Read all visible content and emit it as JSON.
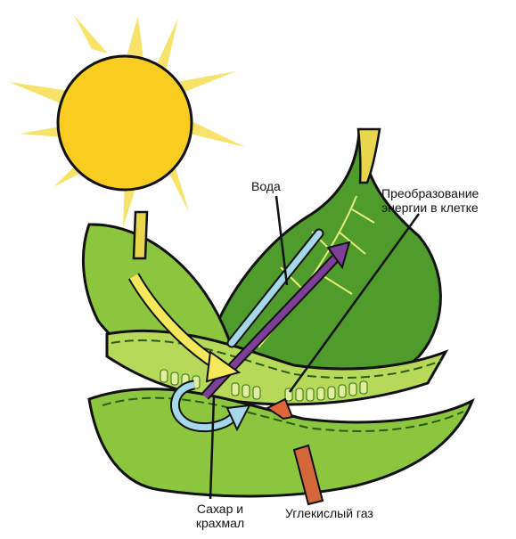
{
  "labels": {
    "water": "Вода",
    "energy_line1": "Преобразование",
    "energy_line2": "энергии в клетке",
    "sugar_line1": "Сахар и",
    "sugar_line2": "крахмал",
    "co2": "Углекислый газ"
  },
  "colors": {
    "sun": "#f9cd1f",
    "sun_rays": "#f6e26e",
    "leaf_light": "#8cc63f",
    "leaf_dark": "#4e9a2a",
    "leaf_pale": "#b6d95a",
    "stem": "#e8d74d",
    "water_arrow": "#a5d9ea",
    "energy_arrow": "#7e3f98",
    "light_arrow": "#f5e85a",
    "co2_arrow": "#e0663a",
    "stem_co2": "#d5683a"
  }
}
